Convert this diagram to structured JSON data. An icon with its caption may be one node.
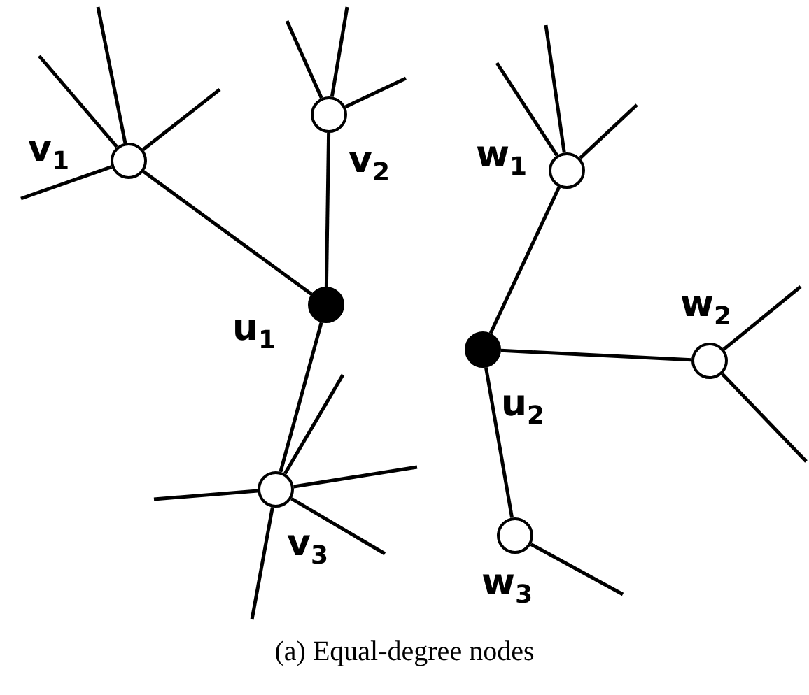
{
  "diagram": {
    "caption": "(a) Equal-degree nodes",
    "nodes": [
      {
        "text": [],
        "shape": "circle",
        "beside": [
          "v$_{1}$"
        ]
      },
      {
        "text": [],
        "shape": "circle",
        "beside": [
          "v$_{2}$"
        ]
      },
      {
        "text": [],
        "shape": "dot",
        "beside": [
          "u$_{1}$"
        ]
      },
      {
        "text": [],
        "shape": "circle",
        "beside": [
          "v$_{3}$"
        ]
      },
      {
        "text": [],
        "shape": "circle",
        "beside": [
          "w$_{1}$"
        ]
      },
      {
        "text": [],
        "shape": "dot",
        "beside": [
          "u$_{2}$"
        ]
      },
      {
        "text": [],
        "shape": "circle",
        "beside": [
          "w$_{2}$"
        ]
      },
      {
        "text": [],
        "shape": "circle",
        "beside": [
          "w$_{3}$"
        ]
      }
    ],
    "edges": [
      {
        "from": 0,
        "to": 2,
        "arrow": "none"
      },
      {
        "from": 1,
        "to": 2,
        "arrow": "none"
      },
      {
        "from": 2,
        "to": 3,
        "arrow": "none"
      },
      {
        "from": 5,
        "to": 4,
        "arrow": "none"
      },
      {
        "from": 5,
        "to": 6,
        "arrow": "none"
      },
      {
        "from": 5,
        "to": 7,
        "arrow": "none"
      },
      {
        "from": 0,
        "to": null,
        "arrow": "none"
      },
      {
        "from": 0,
        "to": null,
        "arrow": "none"
      },
      {
        "from": 0,
        "to": null,
        "arrow": "none"
      },
      {
        "from": 0,
        "to": null,
        "arrow": "none"
      },
      {
        "from": 1,
        "to": null,
        "arrow": "none"
      },
      {
        "from": 1,
        "to": null,
        "arrow": "none"
      },
      {
        "from": 1,
        "to": null,
        "arrow": "none"
      },
      {
        "from": 3,
        "to": null,
        "arrow": "none"
      },
      {
        "from": 3,
        "to": null,
        "arrow": "none"
      },
      {
        "from": 3,
        "to": null,
        "arrow": "none"
      },
      {
        "from": 3,
        "to": null,
        "arrow": "none"
      },
      {
        "from": 3,
        "to": null,
        "arrow": "none"
      },
      {
        "from": 4,
        "to": null,
        "arrow": "none"
      },
      {
        "from": 4,
        "to": null,
        "arrow": "none"
      },
      {
        "from": 4,
        "to": null,
        "arrow": "none"
      },
      {
        "from": 6,
        "to": null,
        "arrow": "none"
      },
      {
        "from": 6,
        "to": null,
        "arrow": "none"
      },
      {
        "from": 7,
        "to": null,
        "arrow": "none"
      }
    ]
  }
}
